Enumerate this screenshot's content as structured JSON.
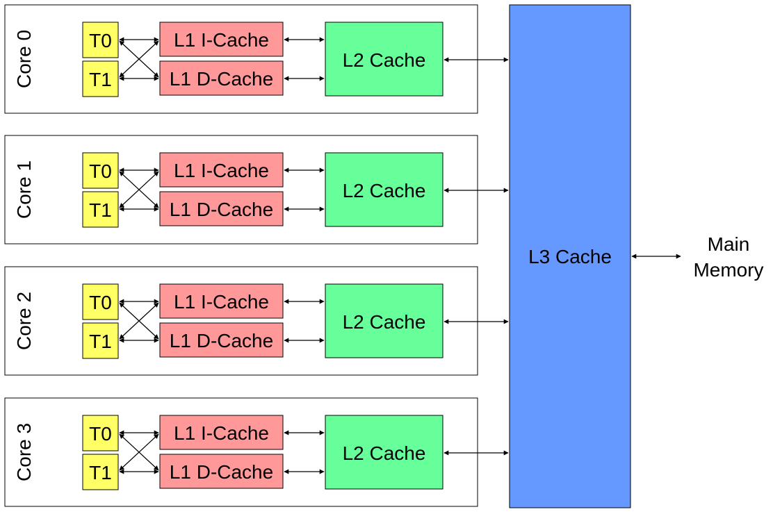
{
  "cores": [
    {
      "label": "Core 0",
      "threads": [
        "T0",
        "T1"
      ],
      "l1i": "L1 I-Cache",
      "l1d": "L1 D-Cache",
      "l2": "L2 Cache"
    },
    {
      "label": "Core 1",
      "threads": [
        "T0",
        "T1"
      ],
      "l1i": "L1 I-Cache",
      "l1d": "L1 D-Cache",
      "l2": "L2 Cache"
    },
    {
      "label": "Core 2",
      "threads": [
        "T0",
        "T1"
      ],
      "l1i": "L1 I-Cache",
      "l1d": "L1 D-Cache",
      "l2": "L2 Cache"
    },
    {
      "label": "Core 3",
      "threads": [
        "T0",
        "T1"
      ],
      "l1i": "L1 I-Cache",
      "l1d": "L1 D-Cache",
      "l2": "L2 Cache"
    }
  ],
  "l3": {
    "label": "L3 Cache"
  },
  "memory": {
    "line1": "Main",
    "line2": "Memory"
  },
  "colors": {
    "thread": "#ffff66",
    "l1": "#ff9999",
    "l2": "#66ff99",
    "l3": "#6699ff",
    "core_bg": "#ffffff",
    "stroke": "#000000"
  }
}
